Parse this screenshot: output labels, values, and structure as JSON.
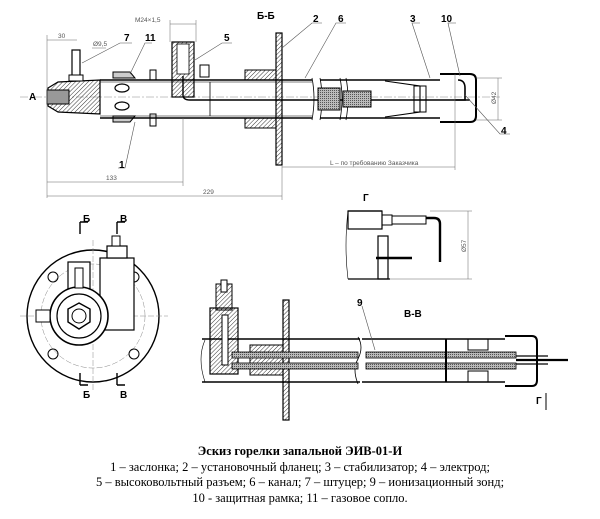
{
  "diagram": {
    "top_view": {
      "section_label": "Б-Б",
      "callouts": [
        "7",
        "11",
        "5",
        "2",
        "6",
        "3",
        "10",
        "4",
        "1"
      ],
      "view_arrow": "А",
      "dimensions": {
        "d30": "30",
        "dia95": "Ø9,5",
        "thread": "M24×1,5",
        "d133": "133",
        "d229": "229",
        "length": "L – по требованию Заказчика",
        "dia42": "Ø42"
      }
    },
    "end_view": {
      "cut_b": "Б",
      "cut_v": "В"
    },
    "view_g": {
      "label": "Г",
      "dia57": "Ø57"
    },
    "section_vv": {
      "label": "В-В",
      "callout": "9",
      "view_arrow": "Г"
    }
  },
  "caption": {
    "title": "Эскиз горелки запальной ЭИВ-01-И",
    "lines": [
      "1 – заслонка; 2 – установочный фланец; 3 – стабилизатор; 4 – электрод;",
      "5 – высоковольтный разъем; 6 – канал; 7 – штуцер; 9 – ионизационный зонд;",
      "10 - защитная рамка; 11 – газовое сопло."
    ]
  }
}
